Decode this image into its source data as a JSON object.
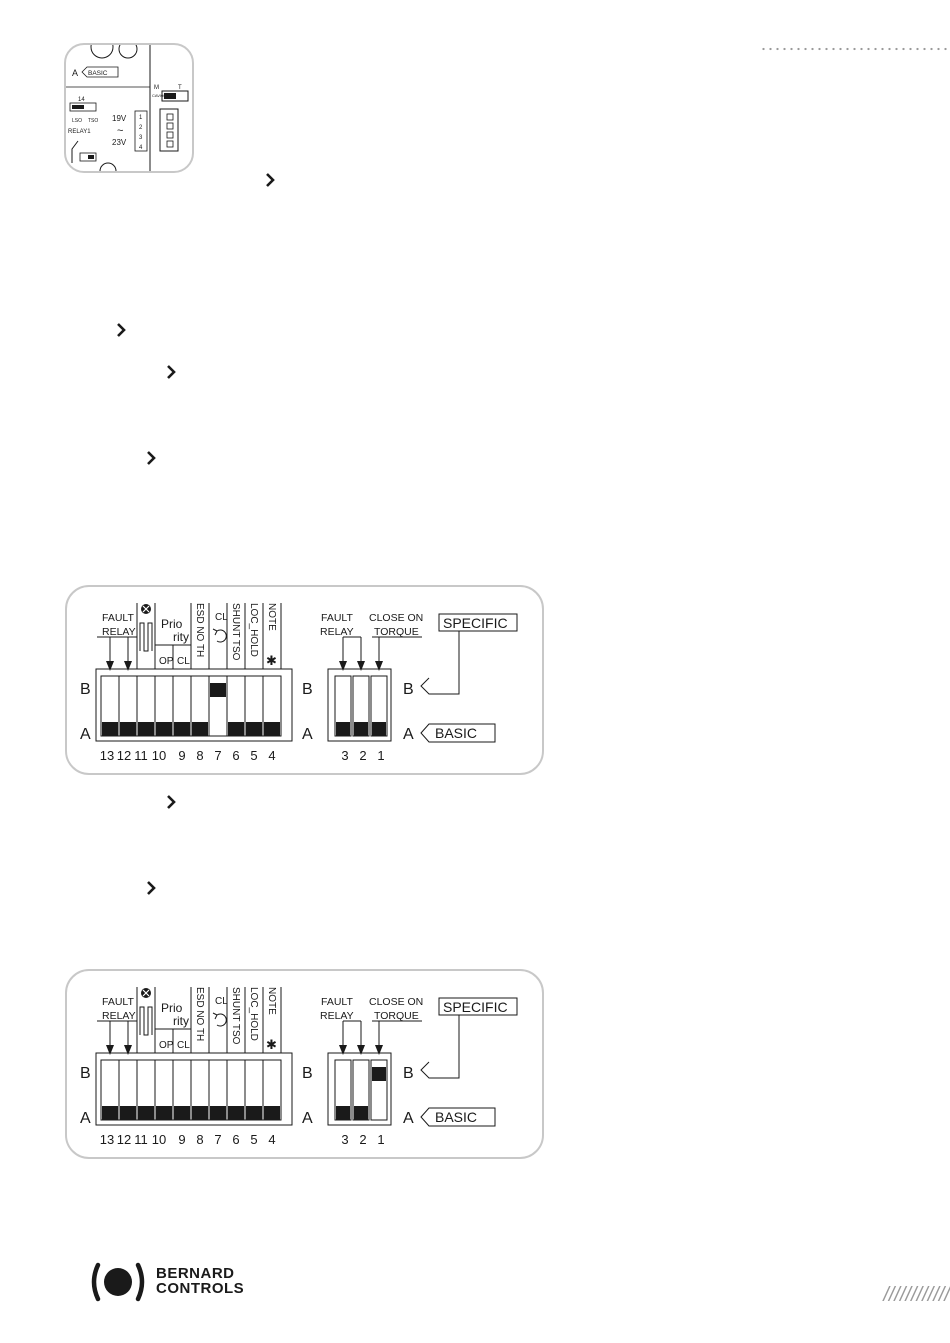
{
  "thumbnail": {
    "a_label": "A",
    "basic_label": "BASIC",
    "jumper_14": "14",
    "relay_label": "RELAY1",
    "v19": "19V",
    "v23": "23V",
    "tilde": "~",
    "terminals": [
      "1",
      "2",
      "3",
      "4"
    ],
    "side_top": "T",
    "side_mid": "M",
    "side_code": "CAVI00",
    "lo_label": "LSO",
    "ts_label": "TSO"
  },
  "switch_panels": [
    {
      "fault_relay": [
        "FAULT",
        "RELAY"
      ],
      "prio": [
        "Prio",
        "rity"
      ],
      "op": "OP",
      "cl": "CL",
      "esd": "ESD NO TH",
      "cl7": "CL",
      "shunt": "SHUNT TSO",
      "loc": "LOC_HOLD",
      "note": "NOTE",
      "star": "✱",
      "row_b": "B",
      "row_a": "A",
      "numbers_left": [
        "13",
        "12",
        "11",
        "10",
        "9",
        "8",
        "7",
        "6",
        "5",
        "4"
      ],
      "numbers_right": [
        "3",
        "2",
        "1"
      ],
      "fault_relay_right": [
        "FAULT",
        "RELAY"
      ],
      "close_on_torque": [
        "CLOSE ON",
        "TORQUE"
      ],
      "specific": "SPECIFIC",
      "basic": "BASIC",
      "left_states": [
        "A",
        "A",
        "A",
        "A",
        "A",
        "A",
        "B",
        "A",
        "A",
        "A"
      ],
      "right_states": [
        "A",
        "A",
        "A"
      ]
    },
    {
      "fault_relay": [
        "FAULT",
        "RELAY"
      ],
      "prio": [
        "Prio",
        "rity"
      ],
      "op": "OP",
      "cl": "CL",
      "esd": "ESD NO TH",
      "cl7": "CL",
      "shunt": "SHUNT TSO",
      "loc": "LOC_HOLD",
      "note": "NOTE",
      "star": "✱",
      "row_b": "B",
      "row_a": "A",
      "numbers_left": [
        "13",
        "12",
        "11",
        "10",
        "9",
        "8",
        "7",
        "6",
        "5",
        "4"
      ],
      "numbers_right": [
        "3",
        "2",
        "1"
      ],
      "fault_relay_right": [
        "FAULT",
        "RELAY"
      ],
      "close_on_torque": [
        "CLOSE ON",
        "TORQUE"
      ],
      "specific": "SPECIFIC",
      "basic": "BASIC",
      "left_states": [
        "A",
        "A",
        "A",
        "A",
        "A",
        "A",
        "A",
        "A",
        "A",
        "A"
      ],
      "right_states": [
        "A",
        "A",
        "B"
      ]
    }
  ],
  "logo": {
    "line1": "BERNARD",
    "line2": "CONTROLS"
  },
  "footer": {
    "slashes": "////////////"
  },
  "colors": {
    "border": "#c8c8c8",
    "ink": "#1a1a1a",
    "dots": "#9a9a9a"
  },
  "icons": [
    "chevron-right-icon",
    "bernard-controls-logo-icon"
  ]
}
